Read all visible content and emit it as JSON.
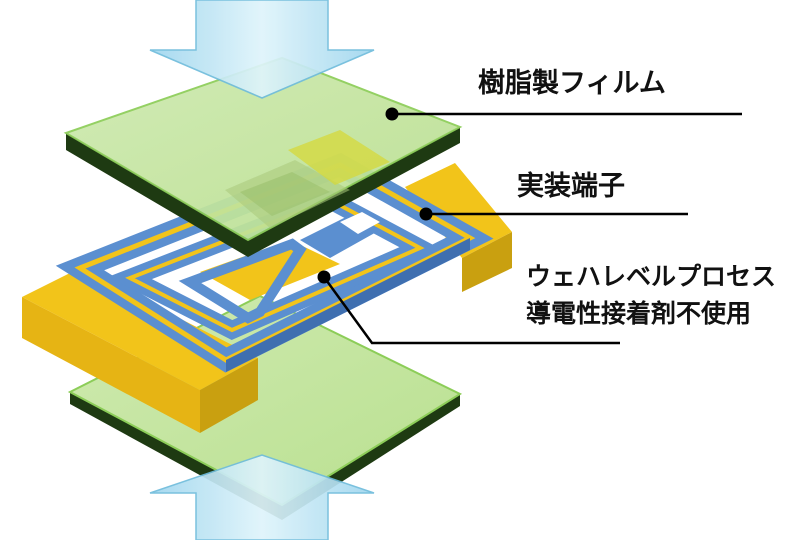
{
  "labels": {
    "film": "樹脂製フィルム",
    "terminal": "実装端子",
    "process_line1": "ウェハレベルプロセス",
    "process_line2": "導電性接着剤不使用"
  },
  "colors": {
    "film_top": "#c6e6a2",
    "film_edge": "#8ccd58",
    "film_side": "#1e3a12",
    "terminal_gold": "#f2c41a",
    "terminal_gold_side": "#c9a010",
    "coil_blue": "#5b8fd0",
    "coil_blue_side": "#3f6fb0",
    "arrow_fill": "#bfe6f4",
    "leader": "#000000"
  }
}
